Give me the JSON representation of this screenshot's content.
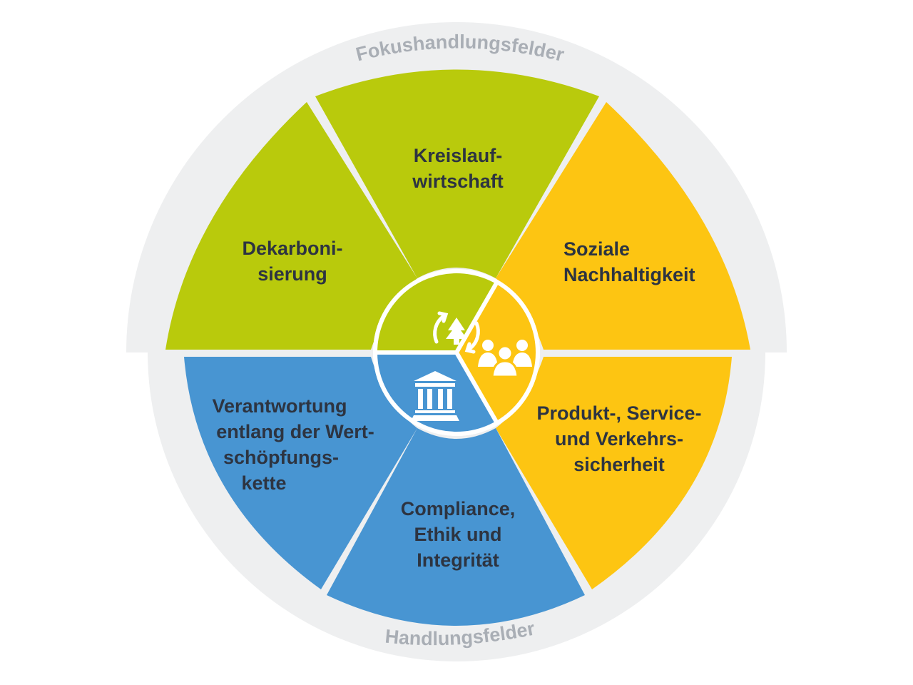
{
  "ring_labels": {
    "top": "Fokushandlungsfelder",
    "bottom": "Handlungsfelder"
  },
  "segments": [
    {
      "key": "dekarbonisierung",
      "lines": [
        "Dekarboni-",
        "sierung"
      ],
      "color": "#b9ca0c"
    },
    {
      "key": "kreislaufwirtschaft",
      "lines": [
        "Kreislauf-",
        "wirtschaft"
      ],
      "color": "#b9ca0c"
    },
    {
      "key": "soziale",
      "lines": [
        "Soziale",
        "Nachhaltigkeit"
      ],
      "color": "#fdc512"
    },
    {
      "key": "produkt",
      "lines": [
        "Produkt-, Service-",
        "und Verkehrs-",
        "sicherheit"
      ],
      "color": "#fdc512"
    },
    {
      "key": "compliance",
      "lines": [
        "Compliance,",
        "Ethik und",
        "Integrität"
      ],
      "color": "#4895d2"
    },
    {
      "key": "verantwortung",
      "lines": [
        "Verantwortung",
        "entlang der Wert-",
        "schöpfungs-",
        "kette"
      ],
      "color": "#4895d2"
    }
  ],
  "colors": {
    "green": "#b9ca0c",
    "yellow": "#fdc512",
    "blue": "#4895d2",
    "ring": "#eeeff0",
    "ring_text": "#a9aeb5",
    "label_text": "#2d3441"
  },
  "icons": {
    "green": "tree-recycle-icon",
    "yellow": "people-group-icon",
    "blue": "institution-building-icon"
  }
}
